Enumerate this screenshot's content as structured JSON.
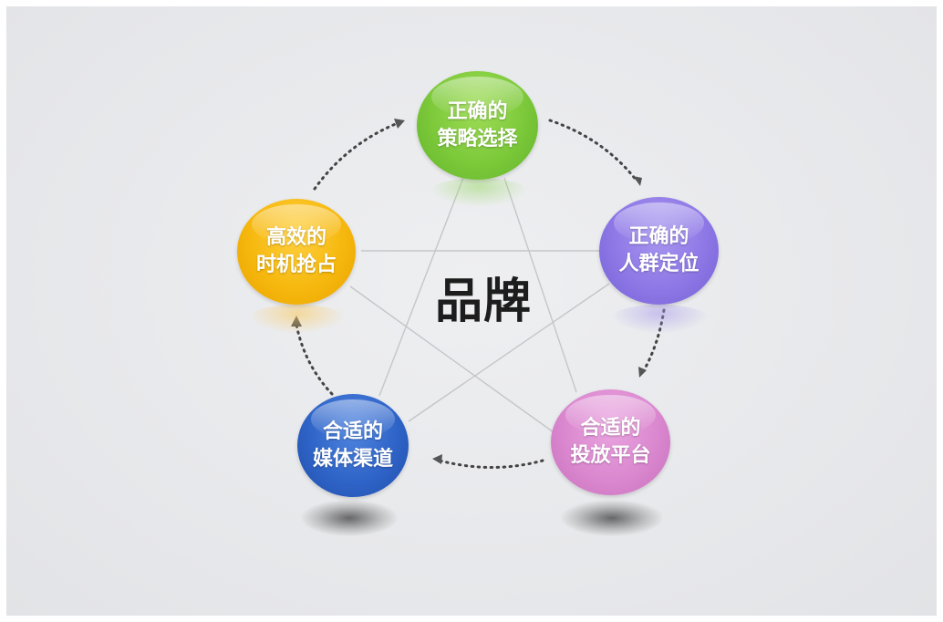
{
  "diagram": {
    "center_label": "品牌",
    "nodes": [
      {
        "id": "strategy",
        "line1": "正确的",
        "line2": "策略选择",
        "color": "#7cc93a"
      },
      {
        "id": "audience",
        "line1": "正确的",
        "line2": "人群定位",
        "color": "#8e78e6"
      },
      {
        "id": "platform",
        "line1": "合适的",
        "line2": "投放平台",
        "color": "#da88cf"
      },
      {
        "id": "media",
        "line1": "合适的",
        "line2": "媒体渠道",
        "color": "#2f64c8"
      },
      {
        "id": "timing",
        "line1": "高效的",
        "line2": "时机抢占",
        "color": "#f6b80e"
      }
    ],
    "cycle_order": [
      "strategy",
      "audience",
      "platform",
      "media",
      "timing",
      "strategy"
    ],
    "star_connections": [
      [
        "strategy",
        "media"
      ],
      [
        "strategy",
        "platform"
      ],
      [
        "timing",
        "audience"
      ],
      [
        "timing",
        "platform"
      ],
      [
        "audience",
        "media"
      ]
    ]
  }
}
